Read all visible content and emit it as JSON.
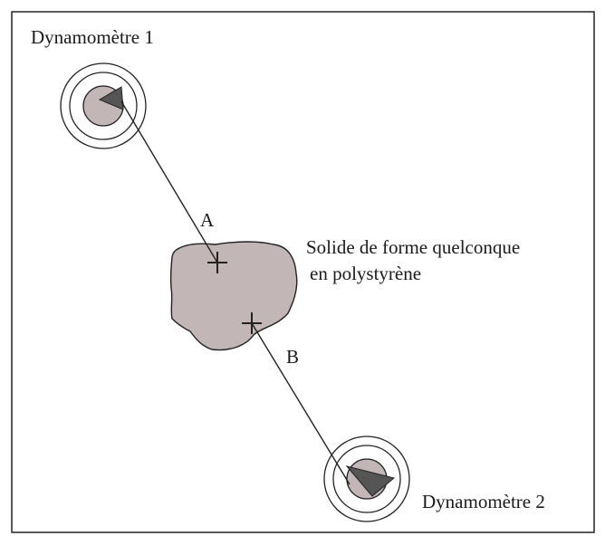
{
  "diagram": {
    "dynamometer_1_label": "Dynamomètre 1",
    "dynamometer_2_label": "Dynamomètre 2",
    "point_a_label": "A",
    "point_b_label": "B",
    "solid_label_line1": "Solide de forme quelconque",
    "solid_label_line2": "en polystyrène"
  },
  "colors": {
    "frame": "#222222",
    "solid_fill": "#c2b6b6",
    "pointer_fill": "#555555",
    "text": "#1a1a1a"
  }
}
